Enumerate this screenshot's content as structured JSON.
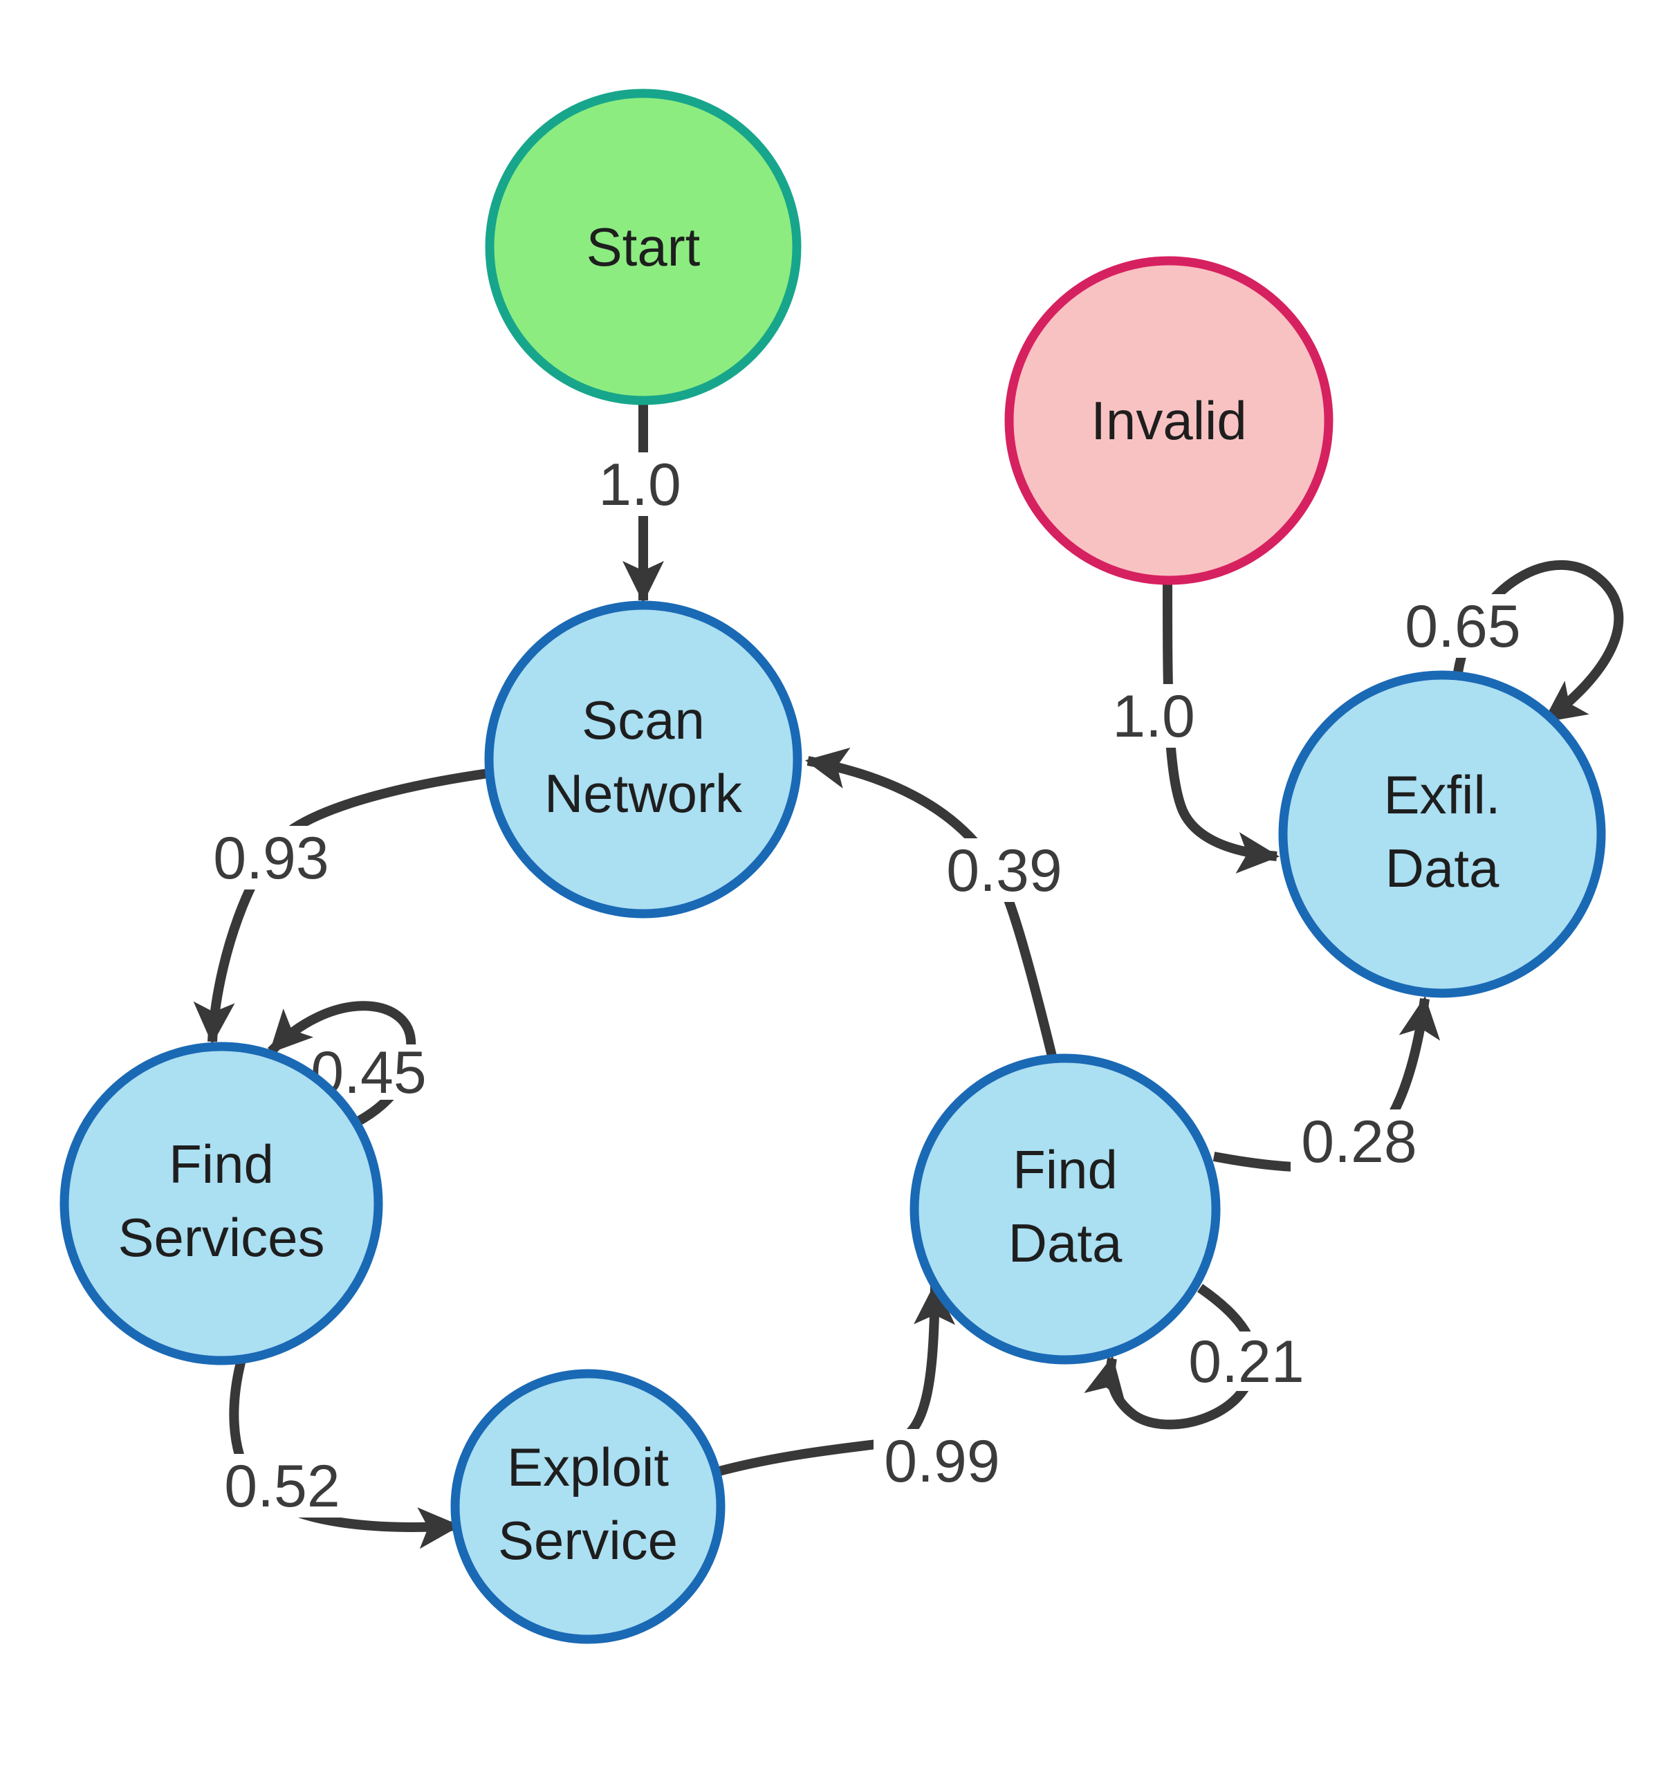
{
  "diagram": {
    "background": "#ffffff",
    "edge_color": "#383838",
    "edge_label_color": "#3b3b3b",
    "node_label_color": "#1e1e1e",
    "nodes": [
      {
        "id": "start",
        "kind": "start-state",
        "line1": "Start",
        "line2": "",
        "fill": "#8cec80",
        "stroke": "#17a68b"
      },
      {
        "id": "invalid",
        "kind": "invalid-state",
        "line1": "Invalid",
        "line2": "",
        "fill": "#f9c2c2",
        "stroke": "#d62160"
      },
      {
        "id": "scan-network",
        "kind": "state",
        "line1": "Scan",
        "line2": "Network",
        "fill": "#abdff2",
        "stroke": "#1a69b5"
      },
      {
        "id": "exfil-data",
        "kind": "state",
        "line1": "Exfil.",
        "line2": "Data",
        "fill": "#abdff2",
        "stroke": "#1a69b5"
      },
      {
        "id": "find-services",
        "kind": "state",
        "line1": "Find",
        "line2": "Services",
        "fill": "#abdff2",
        "stroke": "#1a69b5"
      },
      {
        "id": "find-data",
        "kind": "state",
        "line1": "Find",
        "line2": "Data",
        "fill": "#abdff2",
        "stroke": "#1a69b5"
      },
      {
        "id": "exploit-service",
        "kind": "state",
        "line1": "Exploit",
        "line2": "Service",
        "fill": "#abdff2",
        "stroke": "#1a69b5"
      }
    ],
    "edges": [
      {
        "from": "Start",
        "to": "Scan Network",
        "label": "1.0"
      },
      {
        "from": "Invalid",
        "to": "Exfil. Data",
        "label": "1.0"
      },
      {
        "from": "Exfil. Data",
        "to": "Exfil. Data",
        "label": "0.65"
      },
      {
        "from": "Scan Network",
        "to": "Find Services",
        "label": "0.93"
      },
      {
        "from": "Find Services",
        "to": "Find Services",
        "label": "0.45"
      },
      {
        "from": "Find Data",
        "to": "Scan Network",
        "label": "0.39"
      },
      {
        "from": "Find Services",
        "to": "Exploit Service",
        "label": "0.52"
      },
      {
        "from": "Exploit Service",
        "to": "Find Data",
        "label": "0.99"
      },
      {
        "from": "Find Data",
        "to": "Find Data",
        "label": "0.21"
      },
      {
        "from": "Find Data",
        "to": "Exfil. Data",
        "label": "0.28"
      }
    ]
  }
}
